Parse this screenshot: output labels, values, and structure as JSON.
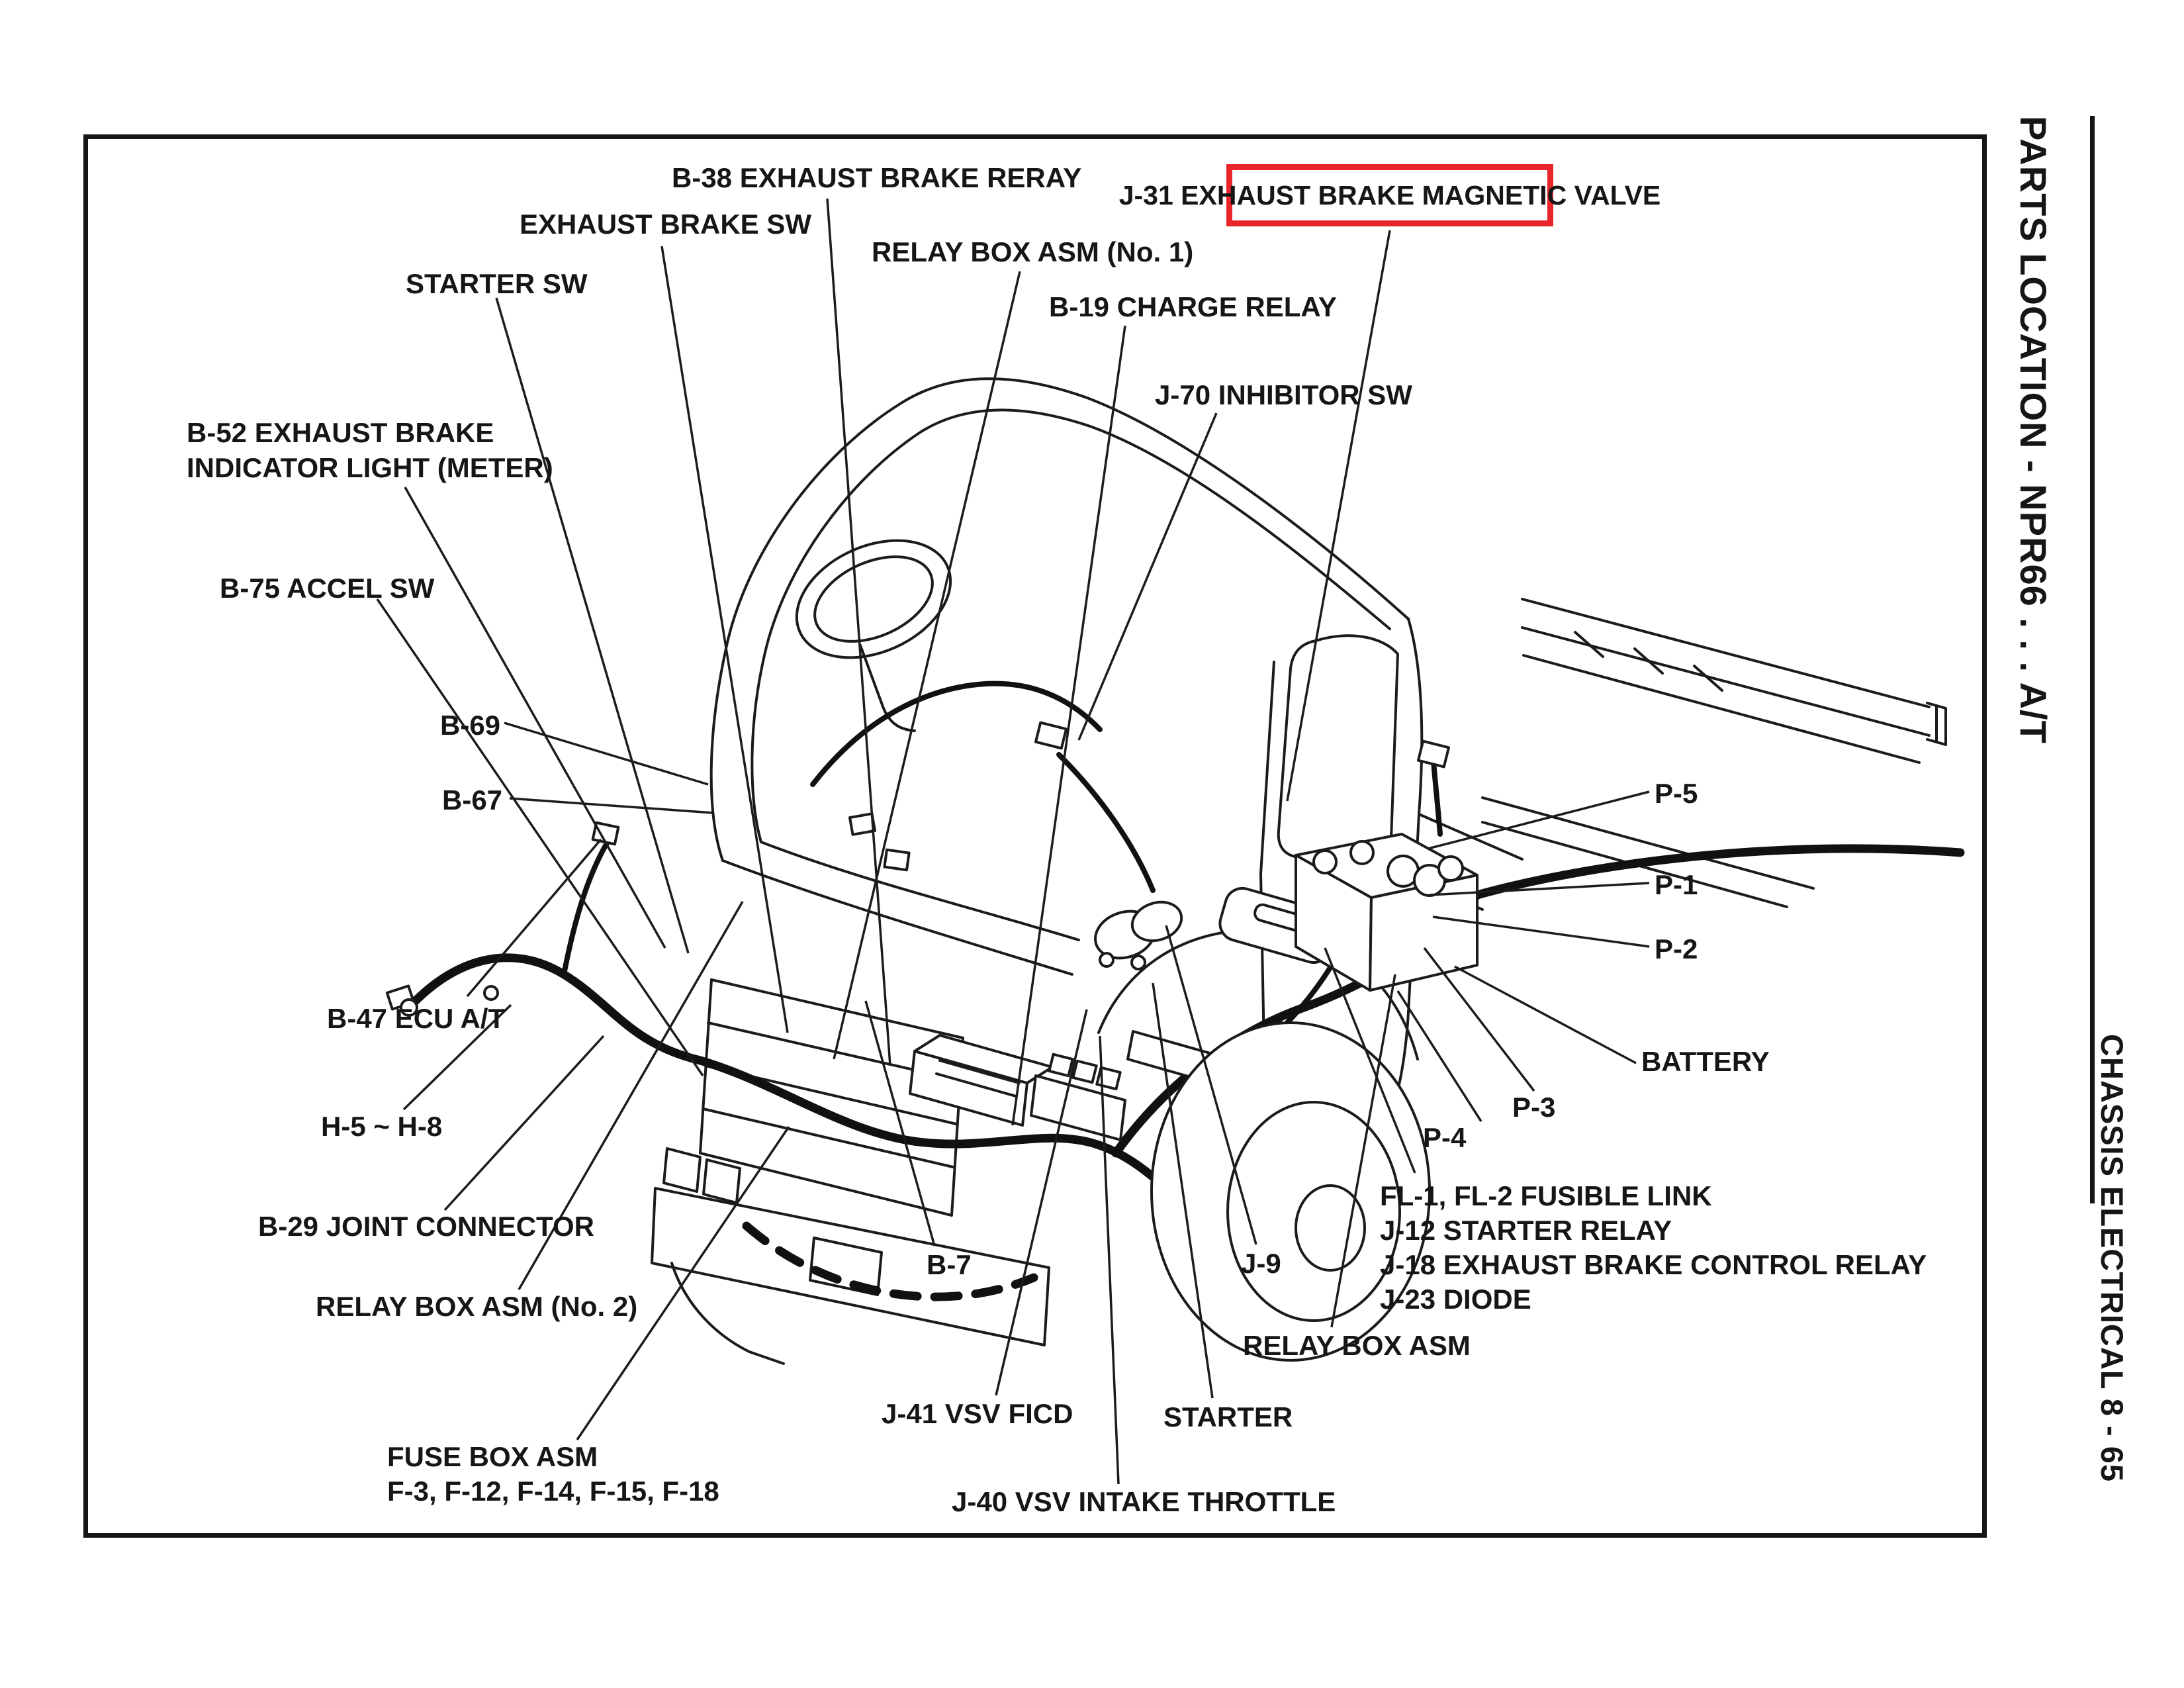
{
  "page": {
    "background": "#ffffff",
    "ink": "#161616",
    "highlight_red": "#e8252a"
  },
  "sidebar": {
    "title": "PARTS LOCATION - NPR66 . . . A/T",
    "footer": "CHASSIS ELECTRICAL 8 - 65"
  },
  "highlight": {
    "text": "J-31 EXHAUST BRAKE MAGNETIC VALVE"
  },
  "labels": [
    {
      "id": "b38",
      "text": "B-38 EXHAUST BRAKE RERAY"
    },
    {
      "id": "exhaust-brake-sw",
      "text": "EXHAUST BRAKE SW"
    },
    {
      "id": "relay-box-no1",
      "text": "RELAY BOX ASM (No. 1)"
    },
    {
      "id": "b19",
      "text": "B-19 CHARGE RELAY"
    },
    {
      "id": "starter-sw",
      "text": "STARTER SW"
    },
    {
      "id": "j70",
      "text": "J-70 INHIBITOR SW"
    },
    {
      "id": "b52-line1",
      "text": "B-52 EXHAUST BRAKE"
    },
    {
      "id": "b52-line2",
      "text": "INDICATOR LIGHT (METER)"
    },
    {
      "id": "b75",
      "text": "B-75 ACCEL SW"
    },
    {
      "id": "b69",
      "text": "B-69"
    },
    {
      "id": "b67",
      "text": "B-67"
    },
    {
      "id": "b47",
      "text": "B-47 ECU A/T"
    },
    {
      "id": "h5-h8",
      "text": "H-5 ~ H-8"
    },
    {
      "id": "b29",
      "text": "B-29 JOINT CONNECTOR"
    },
    {
      "id": "relay-box-no2",
      "text": "RELAY BOX ASM (No. 2)"
    },
    {
      "id": "fuse-box-line1",
      "text": "FUSE BOX ASM"
    },
    {
      "id": "fuse-box-line2",
      "text": "F-3, F-12, F-14, F-15, F-18"
    },
    {
      "id": "b7",
      "text": "B-7"
    },
    {
      "id": "j9",
      "text": "J-9"
    },
    {
      "id": "j41",
      "text": "J-41 VSV FICD"
    },
    {
      "id": "starter",
      "text": "STARTER"
    },
    {
      "id": "j40",
      "text": "J-40 VSV INTAKE THROTTLE"
    },
    {
      "id": "relay-box-asm",
      "text": "RELAY BOX ASM"
    },
    {
      "id": "p5",
      "text": "P-5"
    },
    {
      "id": "p1",
      "text": "P-1"
    },
    {
      "id": "p2",
      "text": "P-2"
    },
    {
      "id": "battery",
      "text": "BATTERY"
    },
    {
      "id": "p3",
      "text": "P-3"
    },
    {
      "id": "p4",
      "text": "P-4"
    },
    {
      "id": "fl",
      "text": "FL-1, FL-2 FUSIBLE LINK"
    },
    {
      "id": "j12",
      "text": "J-12 STARTER RELAY"
    },
    {
      "id": "j18",
      "text": "J-18 EXHAUST BRAKE CONTROL RELAY"
    },
    {
      "id": "j23",
      "text": "J-23 DIODE"
    }
  ]
}
